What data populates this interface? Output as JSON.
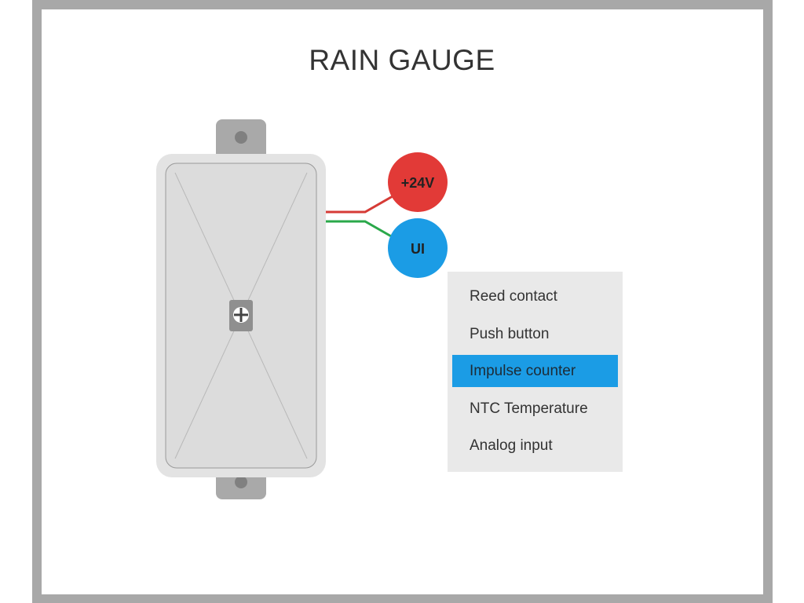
{
  "title": "RAIN GAUGE",
  "device": {
    "name_icon": "rain-gauge-device",
    "screw_icon": "screw-icon"
  },
  "terminals": {
    "power": {
      "label": "+24V",
      "color": "#e23a37",
      "wire_color": "#d63b36"
    },
    "input": {
      "label": "UI",
      "color": "#1b9ce5",
      "wire_color": "#2aa84a"
    }
  },
  "menu": {
    "items": [
      {
        "label": "Reed contact",
        "selected": false
      },
      {
        "label": "Push button",
        "selected": false
      },
      {
        "label": "Impulse counter",
        "selected": true
      },
      {
        "label": "NTC Temperature",
        "selected": false
      },
      {
        "label": "Analog input",
        "selected": false
      }
    ],
    "selected_color": "#1b9ce5"
  }
}
